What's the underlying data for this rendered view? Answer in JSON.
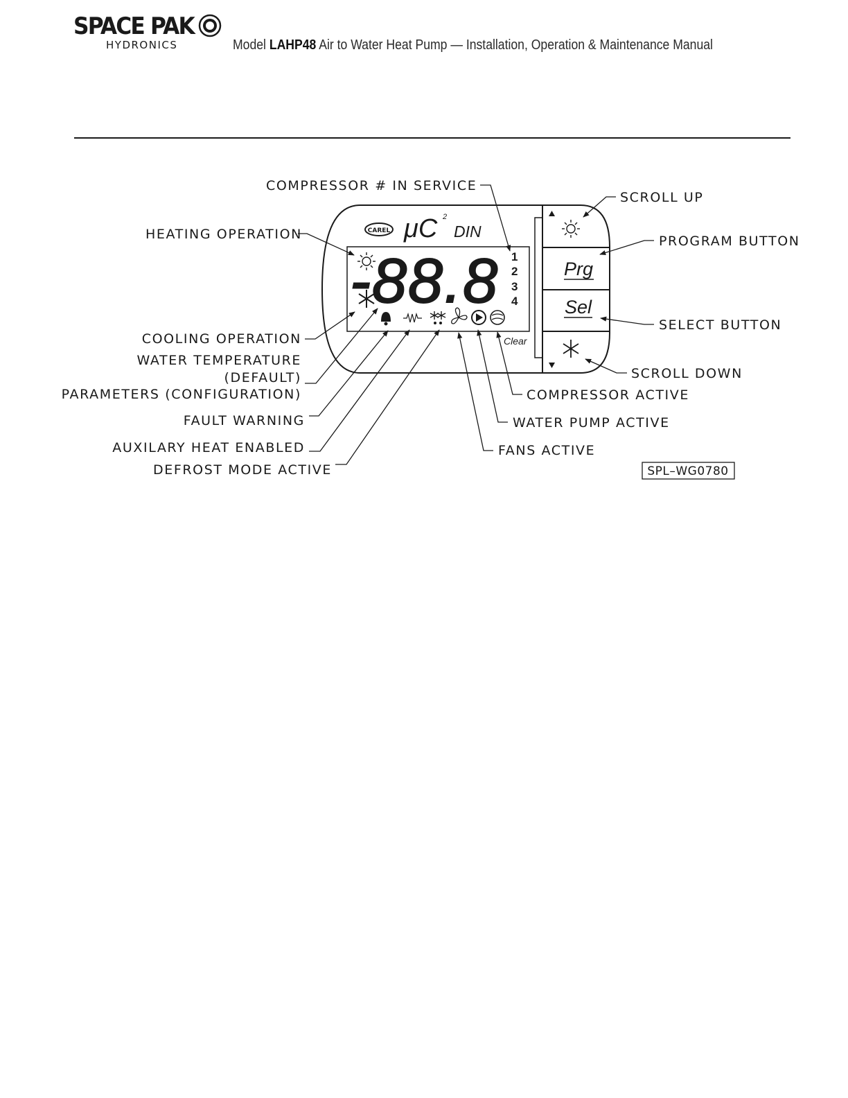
{
  "header": {
    "logo_text": "SPACE PAK",
    "logo_subtext": "HYDRONICS",
    "title_prefix": "Model",
    "model": "LAHP48",
    "title_suffix": "Air to Water Heat Pump — Installation, Operation & Maintenance Manual"
  },
  "diagram": {
    "controller": {
      "brand": "CAREL",
      "model": "μC",
      "model_superscript": "2",
      "model_suffix": "DIN",
      "display_digits": "-88.8",
      "compressor_numbers": [
        "1",
        "2",
        "3",
        "4"
      ],
      "clear_label": "Clear",
      "buttons": {
        "prg": "Prg",
        "sel": "Sel"
      }
    },
    "labels": {
      "compressor_in_service": "COMPRESSOR # IN SERVICE",
      "heating_operation": "HEATING OPERATION",
      "cooling_operation": "COOLING OPERATION",
      "water_temperature": "WATER TEMPERATURE",
      "water_temperature_default": "(DEFAULT)",
      "parameters": "PARAMETERS (CONFIGURATION)",
      "fault_warning": "FAULT WARNING",
      "auxiliary_heat": "AUXILARY HEAT ENABLED",
      "defrost_mode": "DEFROST MODE ACTIVE",
      "scroll_up": "SCROLL UP",
      "program_button": "PROGRAM BUTTON",
      "select_button": "SELECT BUTTON",
      "scroll_down": "SCROLL DOWN",
      "compressor_active": "COMPRESSOR ACTIVE",
      "water_pump_active": "WATER PUMP ACTIVE",
      "fans_active": "FANS ACTIVE"
    },
    "figure_id": "SPL–WG0780"
  }
}
